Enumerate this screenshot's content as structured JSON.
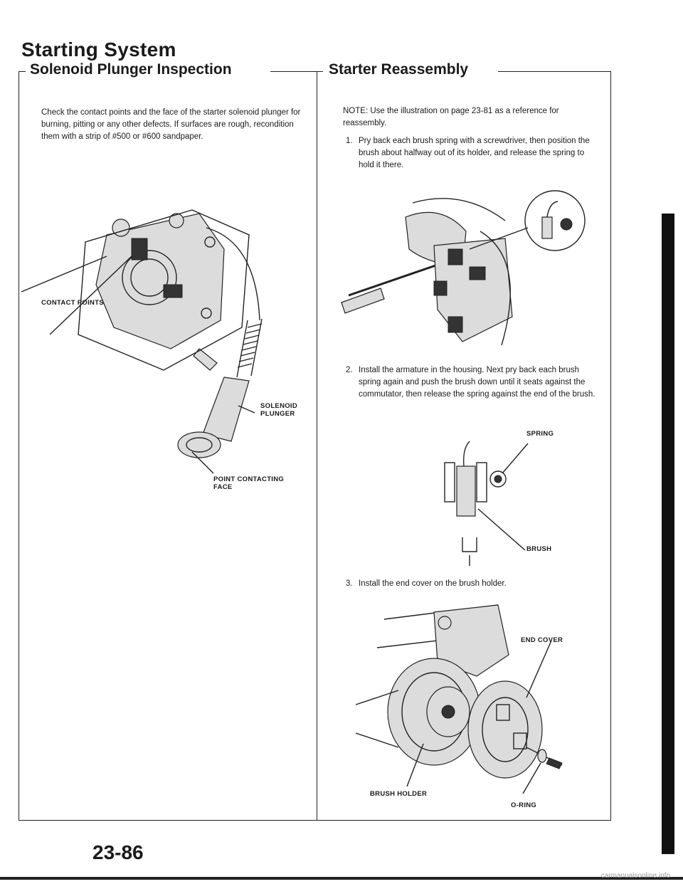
{
  "page": {
    "title": "Starting System",
    "page_number": "23-86",
    "footer_url": "carmanualsonline.info"
  },
  "left_section": {
    "heading": "Solenoid Plunger Inspection",
    "body": "Check the contact points and the face of the starter solenoid plunger for burning, pitting or any other defects. If surfaces are rough, recondition them with a strip of #500 or #600 sandpaper.",
    "labels": {
      "contact_points": "CONTACT POINTS",
      "solenoid_plunger_line1": "SOLENOID",
      "solenoid_plunger_line2": "PLUNGER",
      "contacting_face_line1": "POINT CONTACTING",
      "contacting_face_line2": "FACE"
    }
  },
  "right_section": {
    "heading": "Starter Reassembly",
    "note": "NOTE: Use the illustration on page 23-81 as a reference for reassembly.",
    "steps": [
      {
        "num": "1.",
        "text": "Pry back each brush spring with a screwdriver, then position the brush about halfway out of its holder, and release the spring to hold it there."
      },
      {
        "num": "2.",
        "text": "Install the armature in the housing. Next pry back each brush spring again and push the brush down until it seats against the commutator, then release the spring against the end of the brush."
      },
      {
        "num": "3.",
        "text": "Install the end cover on the brush holder."
      }
    ],
    "labels": {
      "spring": "SPRING",
      "brush": "BRUSH",
      "end_cover": "END COVER",
      "brush_holder": "BRUSH HOLDER",
      "o_ring": "O-RING"
    }
  }
}
